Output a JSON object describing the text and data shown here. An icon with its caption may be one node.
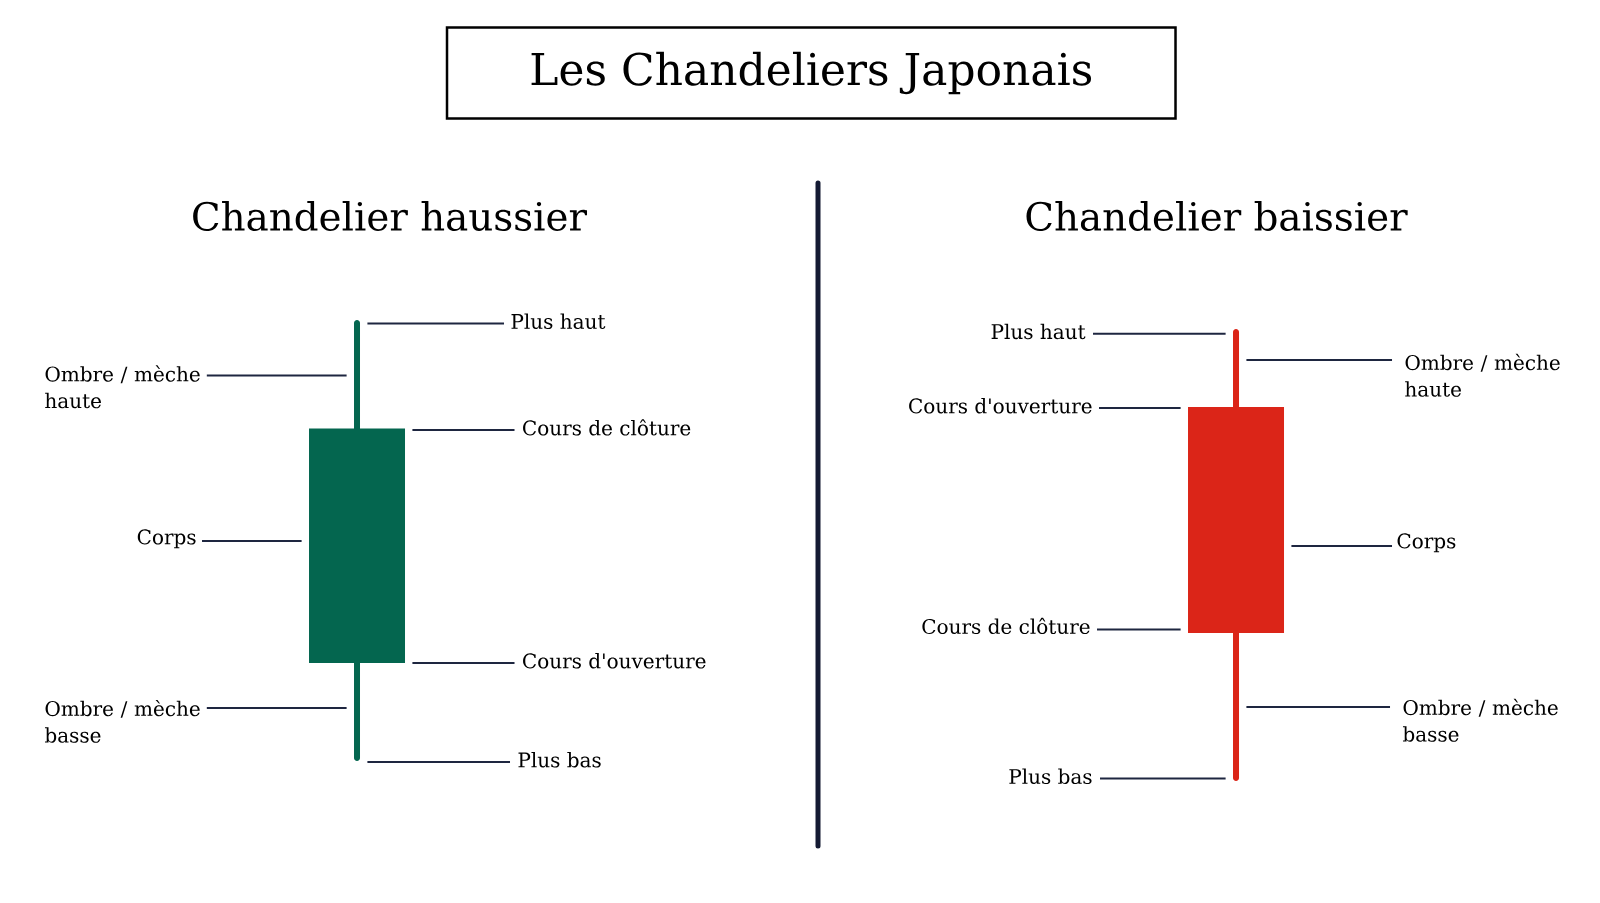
{
  "diagram": {
    "nodes": [
      {
        "text": [
          "Les Chandeliers Japonais"
        ]
      },
      {
        "text": [],
        "shape": "bar"
      },
      {
        "text": [],
        "shape": "box"
      },
      {
        "text": [],
        "shape": "bar"
      },
      {
        "text": [
          "Plus haut"
        ]
      },
      {
        "text": [
          "Ombre / mèche haute"
        ]
      },
      {
        "text": [
          "Cours de clôture"
        ]
      },
      {
        "text": [
          "Corps"
        ]
      },
      {
        "text": [
          "Cours d'ouverture"
        ]
      },
      {
        "text": [
          "Ombre / mèche basse"
        ]
      },
      {
        "text": [
          "Plus bas"
        ]
      },
      {
        "text": [],
        "shape": "bar"
      },
      {
        "text": [],
        "shape": "box"
      },
      {
        "text": [],
        "shape": "bar"
      },
      {
        "text": [
          "Plus haut"
        ]
      },
      {
        "text": [
          "Ombre / mèche haute"
        ]
      },
      {
        "text": [
          "Cours d'ouverture"
        ]
      },
      {
        "text": [
          "Corps"
        ]
      },
      {
        "text": [
          "Cours de clôture"
        ]
      },
      {
        "text": [
          "Ombre / mèche basse"
        ]
      },
      {
        "text": [
          "Plus bas"
        ]
      }
    ],
    "edges": [
      {
        "from": 4,
        "to": 1,
        "arrow": "none"
      },
      {
        "from": 5,
        "to": 1,
        "arrow": "none"
      },
      {
        "from": 6,
        "to": 2,
        "arrow": "none"
      },
      {
        "from": 7,
        "to": 2,
        "arrow": "none"
      },
      {
        "from": 8,
        "to": 2,
        "arrow": "none"
      },
      {
        "from": 9,
        "to": 3,
        "arrow": "none"
      },
      {
        "from": 10,
        "to": 3,
        "arrow": "none"
      },
      {
        "from": 14,
        "to": 11,
        "arrow": "none"
      },
      {
        "from": 15,
        "to": 11,
        "arrow": "none"
      },
      {
        "from": 16,
        "to": 12,
        "arrow": "none"
      },
      {
        "from": 17,
        "to": 12,
        "arrow": "none"
      },
      {
        "from": 18,
        "to": 12,
        "arrow": "none"
      },
      {
        "from": 19,
        "to": 13,
        "arrow": "none"
      },
      {
        "from": 20,
        "to": 13,
        "arrow": "none"
      }
    ],
    "labels": [
      "Chandelier haussier",
      "Chandelier baissier"
    ]
  }
}
